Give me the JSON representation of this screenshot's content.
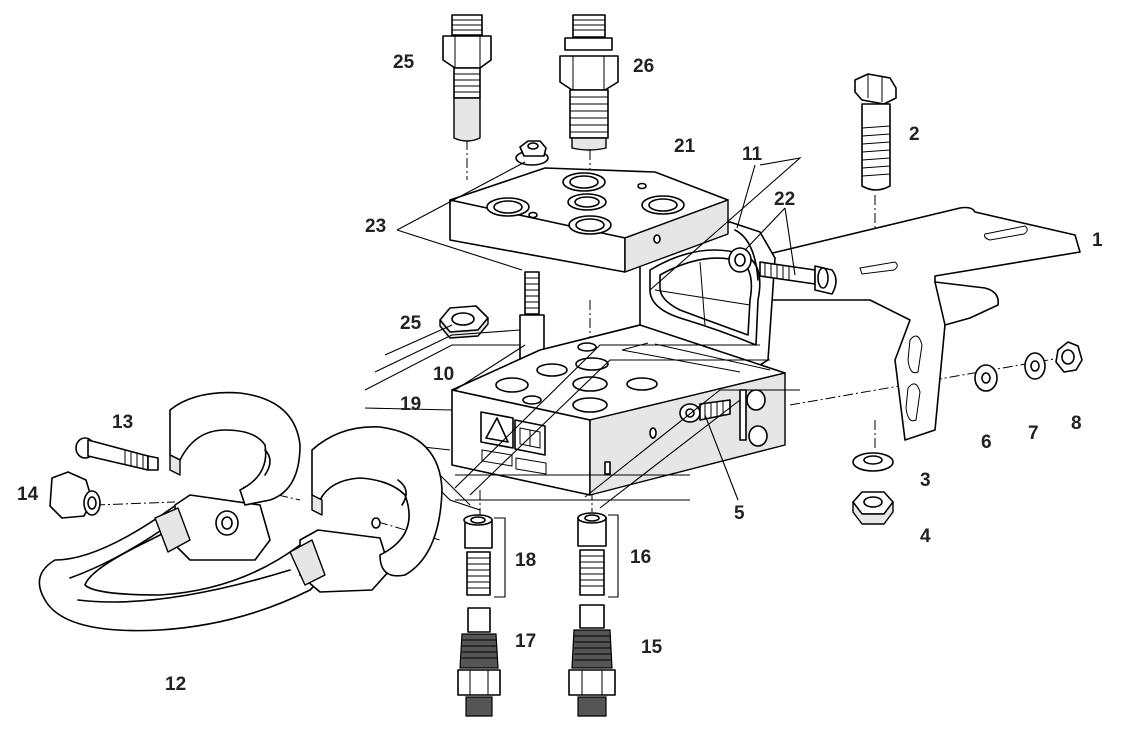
{
  "diagram": {
    "part_labels": {
      "p1": "1",
      "p2": "2",
      "p3": "3",
      "p4": "4",
      "p5": "5",
      "p6": "6",
      "p7": "7",
      "p8": "8",
      "p10": "10",
      "p11": "11",
      "p12": "12",
      "p13": "13",
      "p14": "14",
      "p15": "15",
      "p16": "16",
      "p17": "17",
      "p18": "18",
      "p19": "19",
      "p21": "21",
      "p22": "22",
      "p23": "23",
      "p25a": "25",
      "p25b": "25",
      "p26": "26"
    }
  }
}
